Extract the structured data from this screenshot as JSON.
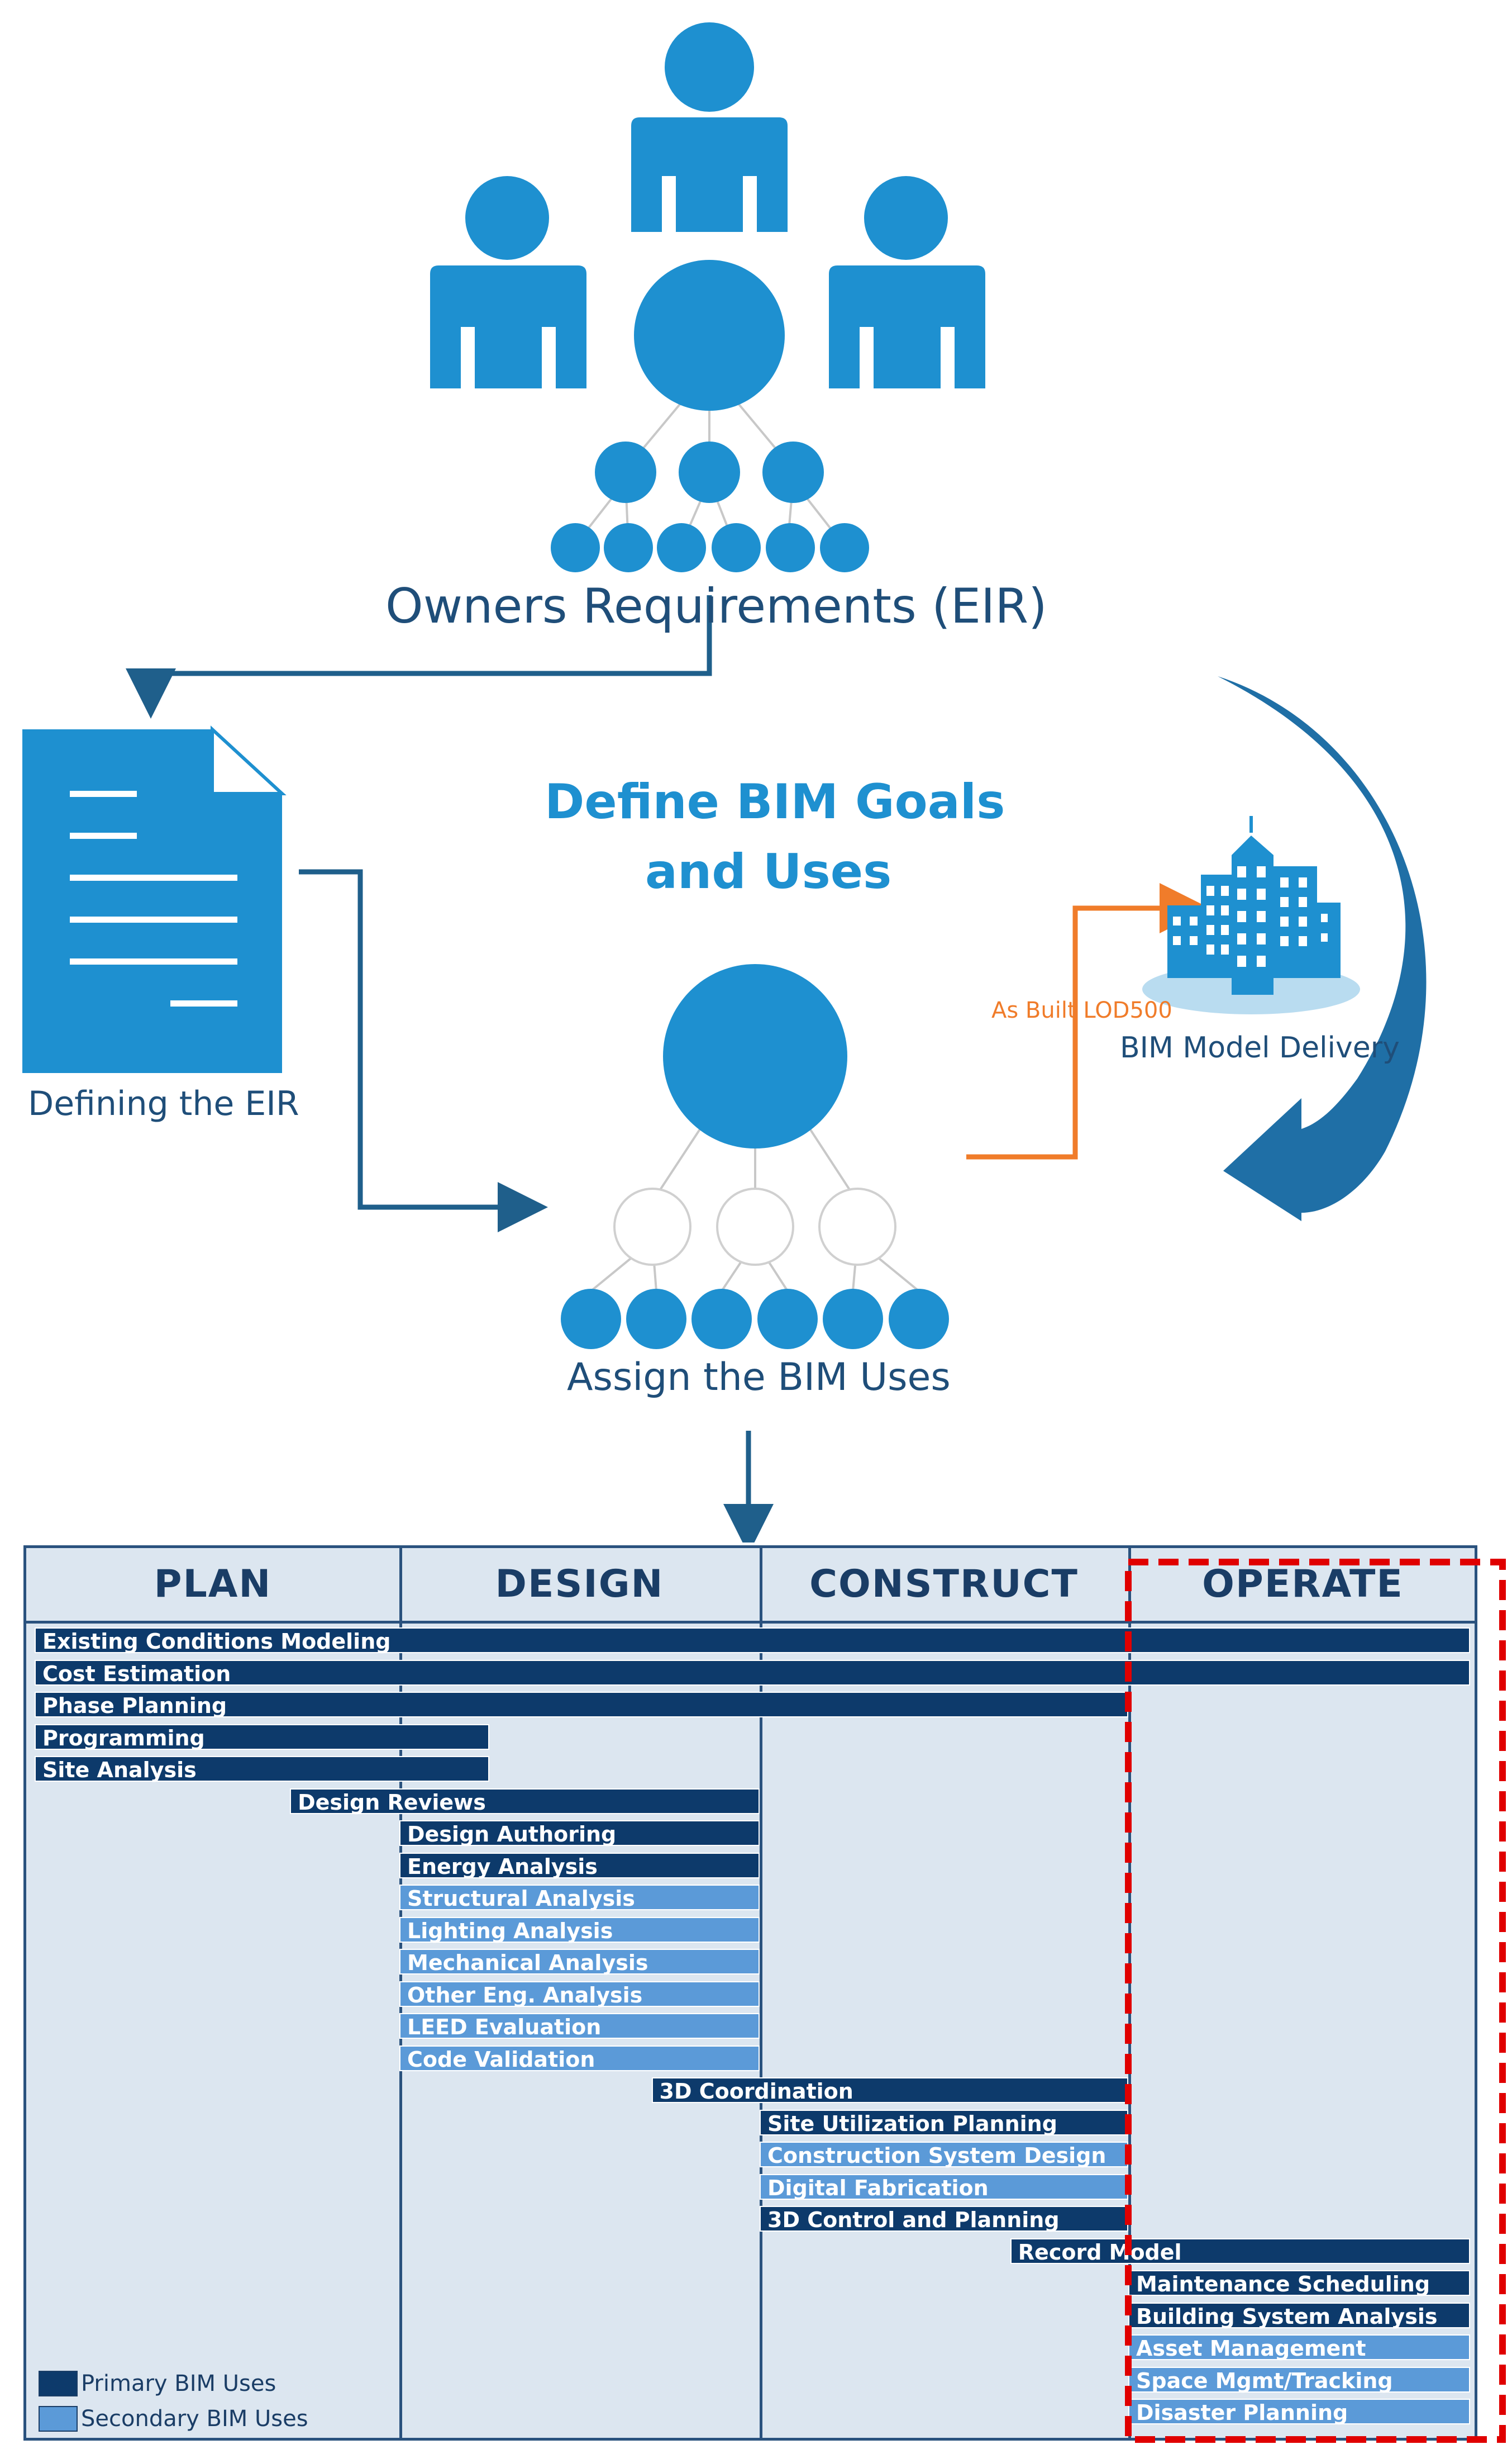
{
  "labels": {
    "owners": "Owners Requirements (EIR)",
    "goals_line1": "Define BIM Goals",
    "goals_line2": "and Uses",
    "defining": "Defining the EIR",
    "as_built": "As Built LOD500",
    "delivery": "BIM Model Delivery",
    "assign": "Assign the BIM Uses"
  },
  "colors": {
    "accent_blue": "#1e90d0",
    "arrow_blue": "#1f5f8b",
    "orange": "#f07c2a",
    "primary": "#0d3a6b",
    "secondary": "#5b9ad8",
    "matrix_bg": "#dce6f0",
    "highlight_red": "#e00000"
  },
  "chart_data": {
    "type": "table",
    "phases": [
      "PLAN",
      "DESIGN",
      "CONSTRUCT",
      "OPERATE"
    ],
    "legend": [
      {
        "label": "Primary BIM Uses",
        "kind": "primary"
      },
      {
        "label": "Secondary BIM Uses",
        "kind": "secondary"
      }
    ],
    "bim_uses": [
      {
        "label": "Existing Conditions Modeling",
        "kind": "primary",
        "start_phase": 0.0,
        "end_phase": 4.0
      },
      {
        "label": "Cost Estimation",
        "kind": "primary",
        "start_phase": 0.0,
        "end_phase": 4.0
      },
      {
        "label": "Phase Planning",
        "kind": "primary",
        "start_phase": 0.0,
        "end_phase": 3.0
      },
      {
        "label": "Programming",
        "kind": "primary",
        "start_phase": 0.0,
        "end_phase": 1.25
      },
      {
        "label": "Site Analysis",
        "kind": "primary",
        "start_phase": 0.0,
        "end_phase": 1.25
      },
      {
        "label": "Design Reviews",
        "kind": "primary",
        "start_phase": 0.7,
        "end_phase": 2.0
      },
      {
        "label": "Design Authoring",
        "kind": "primary",
        "start_phase": 1.0,
        "end_phase": 2.0
      },
      {
        "label": "Energy Analysis",
        "kind": "primary",
        "start_phase": 1.0,
        "end_phase": 2.0
      },
      {
        "label": "Structural Analysis",
        "kind": "secondary",
        "start_phase": 1.0,
        "end_phase": 2.0
      },
      {
        "label": "Lighting Analysis",
        "kind": "secondary",
        "start_phase": 1.0,
        "end_phase": 2.0
      },
      {
        "label": "Mechanical Analysis",
        "kind": "secondary",
        "start_phase": 1.0,
        "end_phase": 2.0
      },
      {
        "label": "Other Eng. Analysis",
        "kind": "secondary",
        "start_phase": 1.0,
        "end_phase": 2.0
      },
      {
        "label": "LEED Evaluation",
        "kind": "secondary",
        "start_phase": 1.0,
        "end_phase": 2.0
      },
      {
        "label": "Code Validation",
        "kind": "secondary",
        "start_phase": 1.0,
        "end_phase": 2.0
      },
      {
        "label": "3D Coordination",
        "kind": "primary",
        "start_phase": 1.7,
        "end_phase": 3.0
      },
      {
        "label": "Site Utilization Planning",
        "kind": "primary",
        "start_phase": 2.0,
        "end_phase": 3.0
      },
      {
        "label": "Construction System Design",
        "kind": "secondary",
        "start_phase": 2.0,
        "end_phase": 3.0
      },
      {
        "label": "Digital Fabrication",
        "kind": "secondary",
        "start_phase": 2.0,
        "end_phase": 3.0
      },
      {
        "label": "3D Control and Planning",
        "kind": "primary",
        "start_phase": 2.0,
        "end_phase": 3.0
      },
      {
        "label": "Record Model",
        "kind": "primary",
        "start_phase": 2.68,
        "end_phase": 4.0
      },
      {
        "label": "Maintenance Scheduling",
        "kind": "primary",
        "start_phase": 3.0,
        "end_phase": 4.0
      },
      {
        "label": "Building System Analysis",
        "kind": "primary",
        "start_phase": 3.0,
        "end_phase": 4.0
      },
      {
        "label": "Asset Management",
        "kind": "secondary",
        "start_phase": 3.0,
        "end_phase": 4.0
      },
      {
        "label": "Space Mgmt/Tracking",
        "kind": "secondary",
        "start_phase": 3.0,
        "end_phase": 4.0
      },
      {
        "label": "Disaster Planning",
        "kind": "secondary",
        "start_phase": 3.0,
        "end_phase": 4.0
      }
    ],
    "highlighted_phase": "OPERATE"
  }
}
